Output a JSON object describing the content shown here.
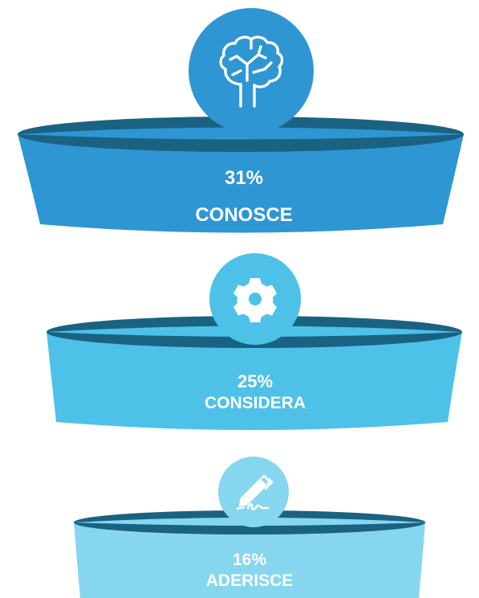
{
  "stages": [
    {
      "percent": "31%",
      "label": "CONOSCE",
      "icon": "brain-icon",
      "color": "#2e96d3",
      "top_color": "#1a6282",
      "circle_color": "#2e96d3"
    },
    {
      "percent": "25%",
      "label": "CONSIDERA",
      "icon": "gear-icon",
      "color": "#4ec1e8",
      "top_color": "#1a6282",
      "circle_color": "#4ec1e8"
    },
    {
      "percent": "16%",
      "label": "ADERISCE",
      "icon": "pen-signature-icon",
      "color": "#87d6f0",
      "top_color": "#1a6282",
      "circle_color": "#87d6f0"
    }
  ]
}
